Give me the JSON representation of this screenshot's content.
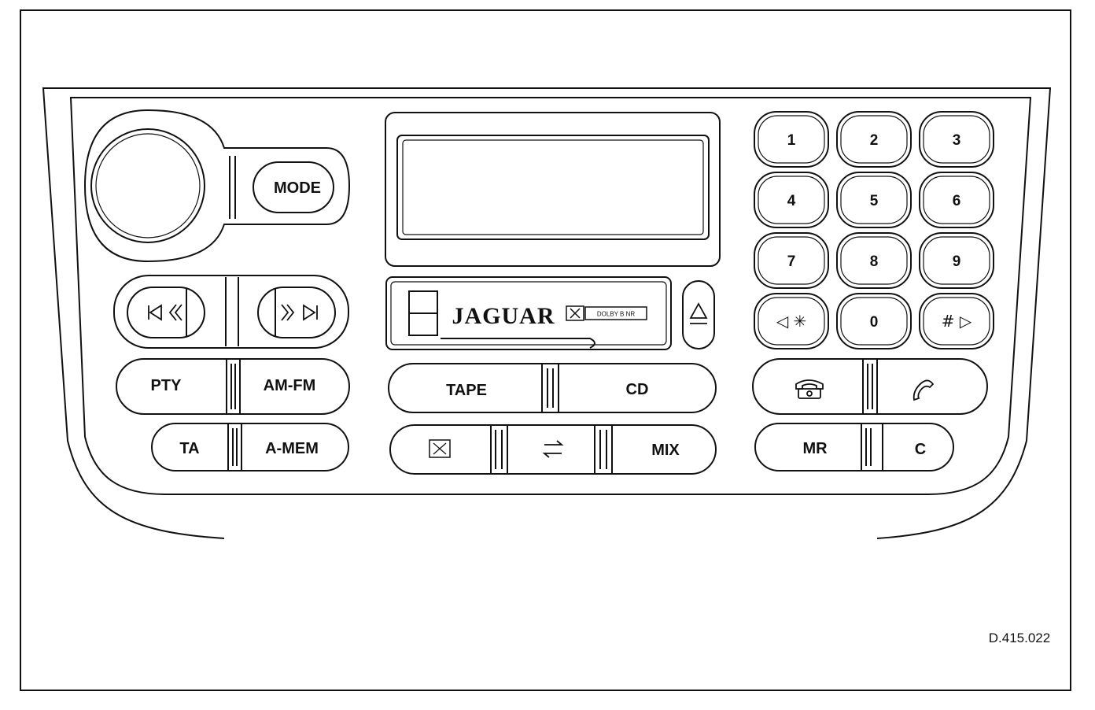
{
  "figure_ref": "D.415.022",
  "brand": "JAGUAR",
  "dolby_label": "DOLBY B NR",
  "buttons": {
    "mode": "MODE",
    "pty": "PTY",
    "am_fm": "AM-FM",
    "ta": "TA",
    "a_mem": "A-MEM",
    "tape": "TAPE",
    "cd": "CD",
    "mix": "MIX",
    "mr": "MR",
    "c": "C"
  },
  "keypad": [
    "1",
    "2",
    "3",
    "4",
    "5",
    "6",
    "7",
    "8",
    "9",
    "0"
  ],
  "icons": {
    "seek_back": "skip-back-rewind-icon",
    "seek_fwd": "fast-forward-skip-icon",
    "eject": "eject-icon",
    "dolby": "dolby-icon",
    "swap": "swap-direction-icon",
    "star": "star-key-icon",
    "hash": "hash-key-icon",
    "phone": "telephone-icon",
    "handset": "handset-icon"
  },
  "colors": {
    "line": "#111111",
    "background": "#ffffff"
  }
}
